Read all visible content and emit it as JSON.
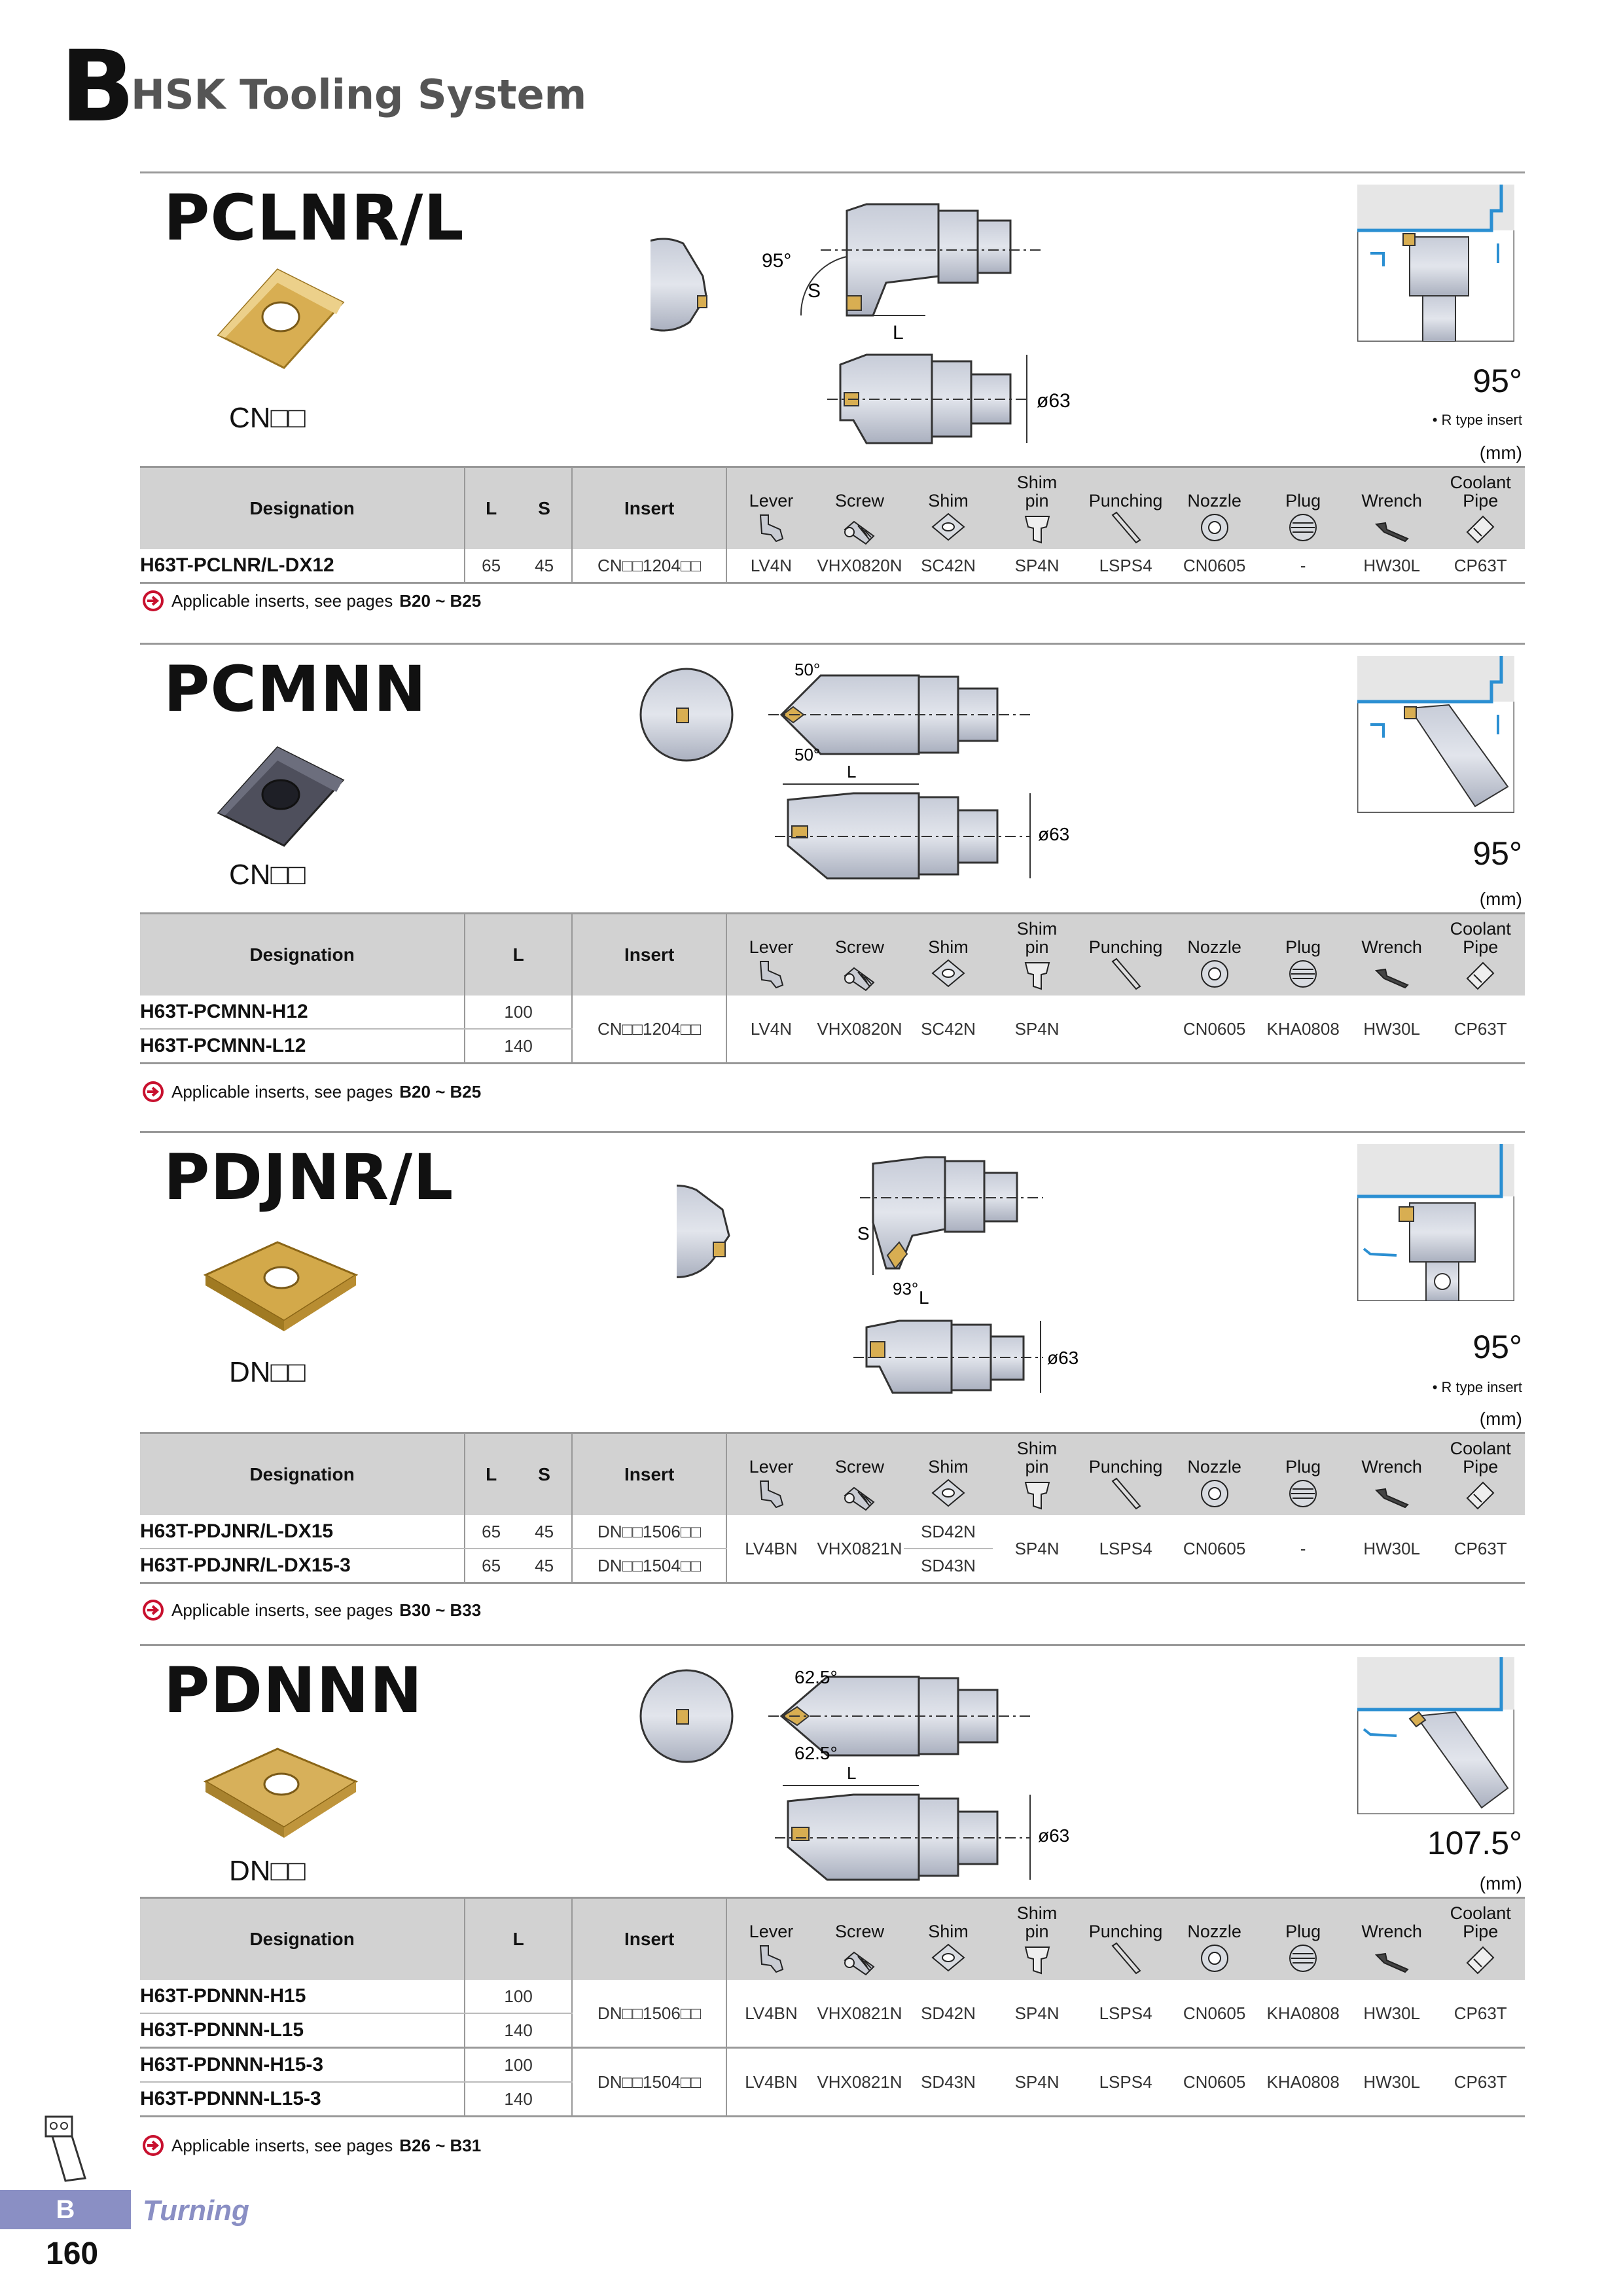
{
  "header": {
    "section_letter": "B",
    "title": "HSK Tooling System"
  },
  "accessory_labels": {
    "lever": "Lever",
    "screw": "Screw",
    "shim": "Shim",
    "shim_pin": "Shim\npin",
    "punching": "Punching",
    "nozzle": "Nozzle",
    "plug": "Plug",
    "wrench": "Wrench",
    "coolant_pipe": "Coolant\nPipe"
  },
  "col_designation": "Designation",
  "col_L": "L",
  "col_S": "S",
  "col_insert": "Insert",
  "mm_unit": "(mm)",
  "diameter_label": "ø63",
  "applicable_text": "Applicable inserts, see pages",
  "sections": [
    {
      "model": "PCLNR/L",
      "insert_code": "CN□□",
      "insert_color": "#d8ae52",
      "approach_angle": "95°",
      "r_note": "• R type insert",
      "dim_angle": "95°",
      "dim_L": "L",
      "dim_S": "S",
      "rows": [
        {
          "designation": "H63T-PCLNR/L-DX12",
          "L": "65",
          "S": "45",
          "insert": "CN□□1204□□",
          "lever": "LV4N",
          "screw": "VHX0820N",
          "shim": "SC42N",
          "shim_pin": "SP4N",
          "punching": "LSPS4",
          "nozzle": "CN0605",
          "plug": "-",
          "wrench": "HW30L",
          "coolant_pipe": "CP63T"
        }
      ],
      "pages": "B20 ~ B25"
    },
    {
      "model": "PCMNN",
      "insert_code": "CN□□",
      "insert_color": "#4e4f5c",
      "approach_angle": "95°",
      "dim_angle_top": "50°",
      "dim_angle_bottom": "50°",
      "dim_L": "L",
      "rows": [
        {
          "designation": "H63T-PCMNN-H12",
          "L": "100"
        },
        {
          "designation": "H63T-PCMNN-L12",
          "L": "140"
        }
      ],
      "shared": {
        "insert": "CN□□1204□□",
        "lever": "LV4N",
        "screw": "VHX0820N",
        "shim": "SC42N",
        "shim_pin": "SP4N",
        "punching": "",
        "nozzle": "CN0605",
        "plug": "KHA0808",
        "wrench": "HW30L",
        "coolant_pipe": "CP63T"
      },
      "pages": "B20 ~ B25"
    },
    {
      "model": "PDJNR/L",
      "insert_code": "DN□□",
      "insert_color": "#d3a94a",
      "approach_angle": "95°",
      "r_note": "• R type insert",
      "dim_angle": "93°",
      "dim_L": "L",
      "dim_S": "S",
      "rows": [
        {
          "designation": "H63T-PDJNR/L-DX15",
          "L": "65",
          "S": "45",
          "insert": "DN□□1506□□",
          "shim": "SD42N"
        },
        {
          "designation": "H63T-PDJNR/L-DX15-3",
          "L": "65",
          "S": "45",
          "insert": "DN□□1504□□",
          "shim": "SD43N"
        }
      ],
      "shared": {
        "lever": "LV4BN",
        "screw": "VHX0821N",
        "shim_pin": "SP4N",
        "punching": "LSPS4",
        "nozzle": "CN0605",
        "plug": "-",
        "wrench": "HW30L",
        "coolant_pipe": "CP63T"
      },
      "pages": "B30 ~ B33"
    },
    {
      "model": "PDNNN",
      "insert_code": "DN□□",
      "insert_color": "#d7b05a",
      "approach_angle": "107.5°",
      "dim_angle_top": "62.5°",
      "dim_angle_bottom": "62.5°",
      "dim_L": "L",
      "rows": [
        {
          "designation": "H63T-PDNNN-H15",
          "L": "100"
        },
        {
          "designation": "H63T-PDNNN-L15",
          "L": "140"
        },
        {
          "designation": "H63T-PDNNN-H15-3",
          "L": "100"
        },
        {
          "designation": "H63T-PDNNN-L15-3",
          "L": "140"
        }
      ],
      "groups": [
        {
          "insert": "DN□□1506□□",
          "lever": "LV4BN",
          "screw": "VHX0821N",
          "shim": "SD42N",
          "shim_pin": "SP4N",
          "punching": "LSPS4",
          "nozzle": "CN0605",
          "plug": "KHA0808",
          "wrench": "HW30L",
          "coolant_pipe": "CP63T"
        },
        {
          "insert": "DN□□1504□□",
          "lever": "LV4BN",
          "screw": "VHX0821N",
          "shim": "SD43N",
          "shim_pin": "SP4N",
          "punching": "LSPS4",
          "nozzle": "CN0605",
          "plug": "KHA0808",
          "wrench": "HW30L",
          "coolant_pipe": "CP63T"
        }
      ],
      "pages": "B26 ~ B31"
    }
  ],
  "footer": {
    "tab_letter": "B",
    "category": "Turning",
    "page_number": "160"
  }
}
